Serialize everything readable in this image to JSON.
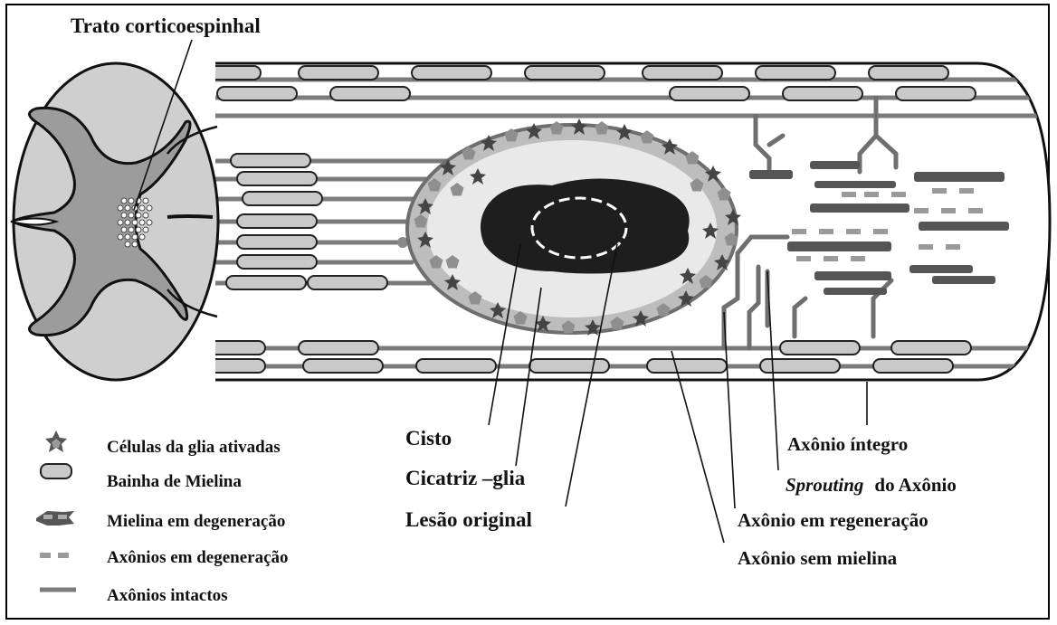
{
  "top_label": "Trato corticoespinhal",
  "center_labels": {
    "cisto": "Cisto",
    "cicatriz": "Cicatriz –glia",
    "lesao": "Lesão original"
  },
  "right_labels": {
    "axonio_integro": "Axônio íntegro",
    "sprouting_italic": "Sprouting",
    "sprouting_rest": "do Axônio",
    "axonio_regeneracao": "Axônio em regeneração",
    "axonio_sem_mielina": "Axônio sem mielina"
  },
  "legend": [
    {
      "icon": "activated-glia-icon",
      "label": "Células da glia ativadas"
    },
    {
      "icon": "myelin-sheath-icon",
      "label": "Bainha de Mielina"
    },
    {
      "icon": "degenerating-myelin-icon",
      "label": "Mielina em degeneração"
    },
    {
      "icon": "degenerating-axon-icon",
      "label": "Axônios em degeneração"
    },
    {
      "icon": "intact-axon-icon",
      "label": "Axônios intactos"
    }
  ],
  "colors": {
    "gray_matter": "#9c9c9c",
    "white_matter": "#cfcfcf",
    "axon": "#7b7b7b",
    "myelin": "#c9c9c9",
    "lesion_core": "#1e1e1e",
    "glia_scar": "#e9e9e9"
  }
}
